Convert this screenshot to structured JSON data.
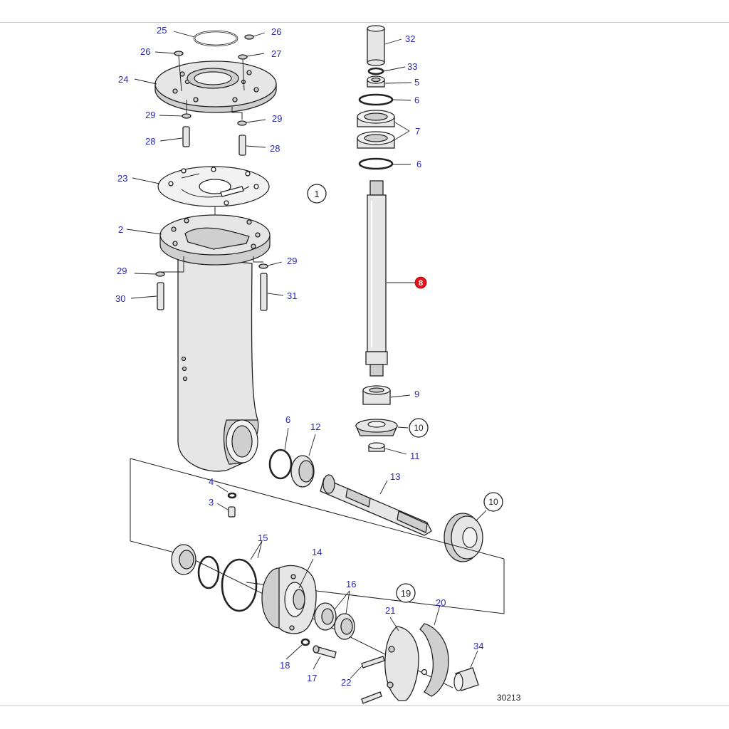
{
  "diagram": {
    "figure_number": "30213",
    "highlight_color": "#e0141e",
    "label_color": "#2a2ab0",
    "callouts": [
      {
        "id": "c25",
        "text": "25"
      },
      {
        "id": "c26a",
        "text": "26"
      },
      {
        "id": "c26b",
        "text": "26"
      },
      {
        "id": "c27",
        "text": "27"
      },
      {
        "id": "c24",
        "text": "24"
      },
      {
        "id": "c29a",
        "text": "29"
      },
      {
        "id": "c29b",
        "text": "29"
      },
      {
        "id": "c28a",
        "text": "28"
      },
      {
        "id": "c28b",
        "text": "28"
      },
      {
        "id": "c23",
        "text": "23"
      },
      {
        "id": "c2",
        "text": "2"
      },
      {
        "id": "c29c",
        "text": "29"
      },
      {
        "id": "c29d",
        "text": "29"
      },
      {
        "id": "c30",
        "text": "30"
      },
      {
        "id": "c31",
        "text": "31"
      },
      {
        "id": "c1",
        "text": "1"
      },
      {
        "id": "c32",
        "text": "32"
      },
      {
        "id": "c33",
        "text": "33"
      },
      {
        "id": "c5",
        "text": "5"
      },
      {
        "id": "c6a",
        "text": "6"
      },
      {
        "id": "c7",
        "text": "7"
      },
      {
        "id": "c6b",
        "text": "6"
      },
      {
        "id": "c8",
        "text": "8"
      },
      {
        "id": "c9",
        "text": "9"
      },
      {
        "id": "c10a",
        "text": "10"
      },
      {
        "id": "c11",
        "text": "11"
      },
      {
        "id": "c6c",
        "text": "6"
      },
      {
        "id": "c12",
        "text": "12"
      },
      {
        "id": "c4",
        "text": "4"
      },
      {
        "id": "c3",
        "text": "3"
      },
      {
        "id": "c13",
        "text": "13"
      },
      {
        "id": "c10b",
        "text": "10"
      },
      {
        "id": "c15",
        "text": "15"
      },
      {
        "id": "c14",
        "text": "14"
      },
      {
        "id": "c16",
        "text": "16"
      },
      {
        "id": "c19",
        "text": "19"
      },
      {
        "id": "c21",
        "text": "21"
      },
      {
        "id": "c20",
        "text": "20"
      },
      {
        "id": "c34",
        "text": "34"
      },
      {
        "id": "c18",
        "text": "18"
      },
      {
        "id": "c17",
        "text": "17"
      },
      {
        "id": "c22",
        "text": "22"
      }
    ]
  }
}
